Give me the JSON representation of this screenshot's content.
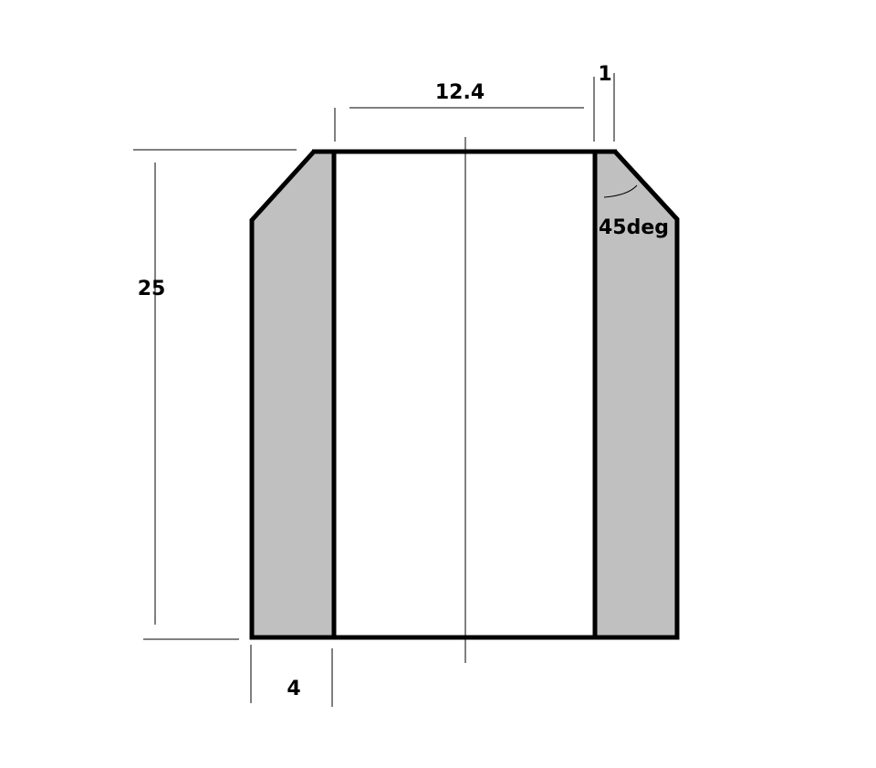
{
  "colors": {
    "background": "#ffffff",
    "section_fill": "#c0c0c0",
    "outline": "#000000"
  },
  "dimensions": {
    "top_width": "12.4",
    "chamfer_width": "1",
    "height": "25",
    "wall_thickness": "4",
    "chamfer_angle": "45deg"
  }
}
